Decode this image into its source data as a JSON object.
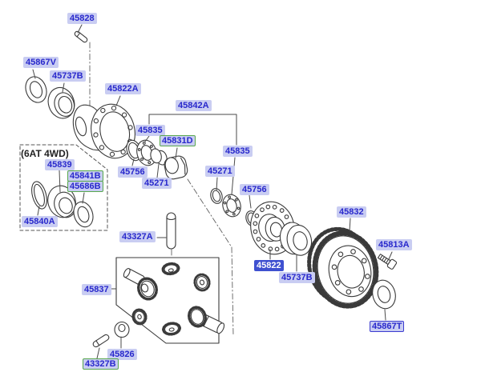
{
  "diagram": {
    "variant_note": "(6AT 4WD)",
    "selected_part_number": "45822",
    "colors": {
      "label_text": "#2828cc",
      "label_bg": "#c9cdf2",
      "selected_bg": "#3f51d0",
      "selected_text": "#ffffff",
      "green_border": "#58a74e",
      "outline_border": "#3b3bd0",
      "line_art": "#3a3a3a"
    },
    "labels": [
      {
        "text": "45828",
        "style": "normal"
      },
      {
        "text": "45867V",
        "style": "normal"
      },
      {
        "text": "45737B",
        "style": "normal"
      },
      {
        "text": "45822A",
        "style": "normal"
      },
      {
        "text": "45842A",
        "style": "normal"
      },
      {
        "text": "45835",
        "style": "normal"
      },
      {
        "text": "45831D",
        "style": "green"
      },
      {
        "text": "45835",
        "style": "normal"
      },
      {
        "text": "45839",
        "style": "normal"
      },
      {
        "text": "45841B",
        "style": "green"
      },
      {
        "text": "45686B",
        "style": "green"
      },
      {
        "text": "45756",
        "style": "normal"
      },
      {
        "text": "45271",
        "style": "normal"
      },
      {
        "text": "45271",
        "style": "normal"
      },
      {
        "text": "45756",
        "style": "normal"
      },
      {
        "text": "45840A",
        "style": "normal"
      },
      {
        "text": "43327A",
        "style": "normal"
      },
      {
        "text": "45832",
        "style": "normal"
      },
      {
        "text": "45813A",
        "style": "normal"
      },
      {
        "text": "45822",
        "style": "selected"
      },
      {
        "text": "45737B",
        "style": "normal"
      },
      {
        "text": "45837",
        "style": "normal"
      },
      {
        "text": "45867T",
        "style": "outlined"
      },
      {
        "text": "45826",
        "style": "normal"
      },
      {
        "text": "43327B",
        "style": "green"
      }
    ]
  }
}
